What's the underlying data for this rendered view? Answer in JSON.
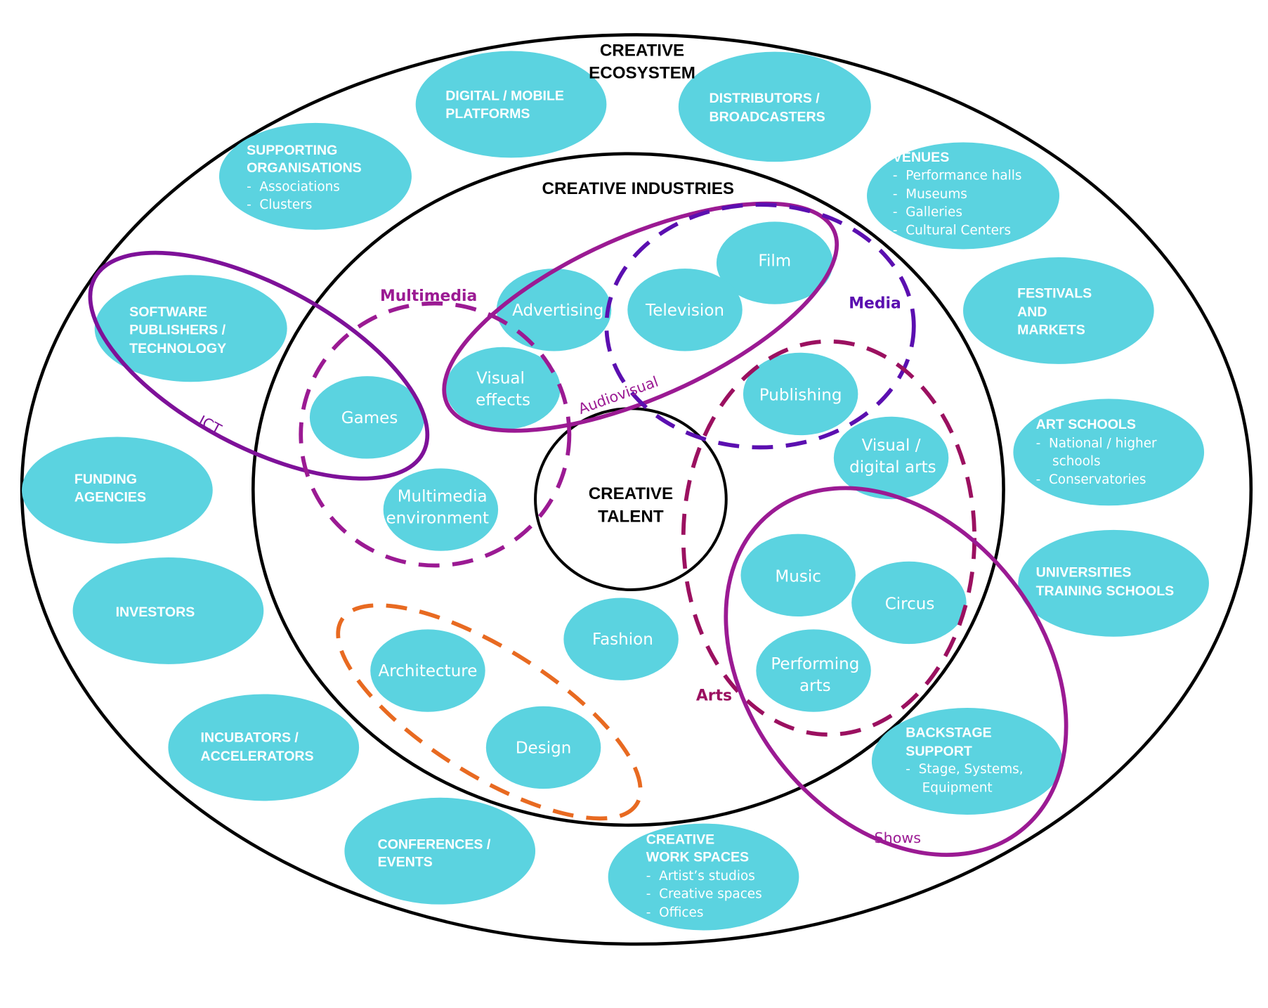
{
  "titles": {
    "ecosystem_line1": "CREATIVE",
    "ecosystem_line2": "ECOSYSTEM",
    "industries": "CREATIVE INDUSTRIES",
    "talent_line1": "CREATIVE",
    "talent_line2": "TALENT"
  },
  "colors": {
    "bubble": "#5BD3E0",
    "ict": "#7E1199",
    "multimedia": "#9B1A93",
    "audiovisual": "#9B1A93",
    "media": "#5B0FB0",
    "arts": "#9B1060",
    "shows": "#9B1A93",
    "design_group": "#E86A21"
  },
  "ecosystem": {
    "digital_mobile": [
      "DIGITAL / MOBILE",
      "PLATFORMS"
    ],
    "distributors": [
      "DISTRIBUTORS /",
      "BROADCASTERS"
    ],
    "supporting": {
      "title": [
        "SUPPORTING",
        "ORGANISATIONS"
      ],
      "items": [
        "-  Associations",
        "-  Clusters"
      ]
    },
    "venues": {
      "title": [
        "VENUES"
      ],
      "items": [
        "-  Performance halls",
        "-  Museums",
        "-  Galleries",
        "-  Cultural Centers"
      ]
    },
    "software": [
      "SOFTWARE",
      "PUBLISHERS /",
      "TECHNOLOGY"
    ],
    "festivals": [
      "FESTIVALS",
      "AND",
      "MARKETS"
    ],
    "funding": [
      "FUNDING",
      "AGENCIES"
    ],
    "art_schools": {
      "title": [
        "ART SCHOOLS"
      ],
      "items": [
        "-  National / higher",
        "    schools",
        "-  Conservatories"
      ]
    },
    "investors": [
      "INVESTORS"
    ],
    "universities": [
      "UNIVERSITIES",
      "TRAINING SCHOOLS"
    ],
    "incubators": [
      "INCUBATORS /",
      "ACCELERATORS"
    ],
    "backstage": {
      "title": [
        "BACKSTAGE",
        "SUPPORT"
      ],
      "items": [
        "-  Stage, Systems,",
        "    Equipment"
      ]
    },
    "conferences": [
      "CONFERENCES /",
      "EVENTS"
    ],
    "work_spaces": {
      "title": [
        "CREATIVE",
        "WORK SPACES"
      ],
      "items": [
        "-  Artist’s studios",
        "-  Creative spaces",
        "-  Offices"
      ]
    }
  },
  "industries": {
    "film": "Film",
    "television": "Television",
    "advertising": "Advertising",
    "visual_effects": [
      "Visual",
      "effects"
    ],
    "games": "Games",
    "multimedia_env": [
      "Multimedia",
      "environment"
    ],
    "publishing": "Publishing",
    "visual_digital_arts": [
      "Visual /",
      "digital arts"
    ],
    "music": "Music",
    "circus": "Circus",
    "performing_arts": [
      "Performing",
      "arts"
    ],
    "fashion": "Fashion",
    "architecture": "Architecture",
    "design": "Design"
  },
  "groups": {
    "ict": "ICT",
    "multimedia": "Multimedia",
    "audiovisual": "Audiovisual",
    "media": "Media",
    "arts": "Arts",
    "shows": "Shows"
  }
}
